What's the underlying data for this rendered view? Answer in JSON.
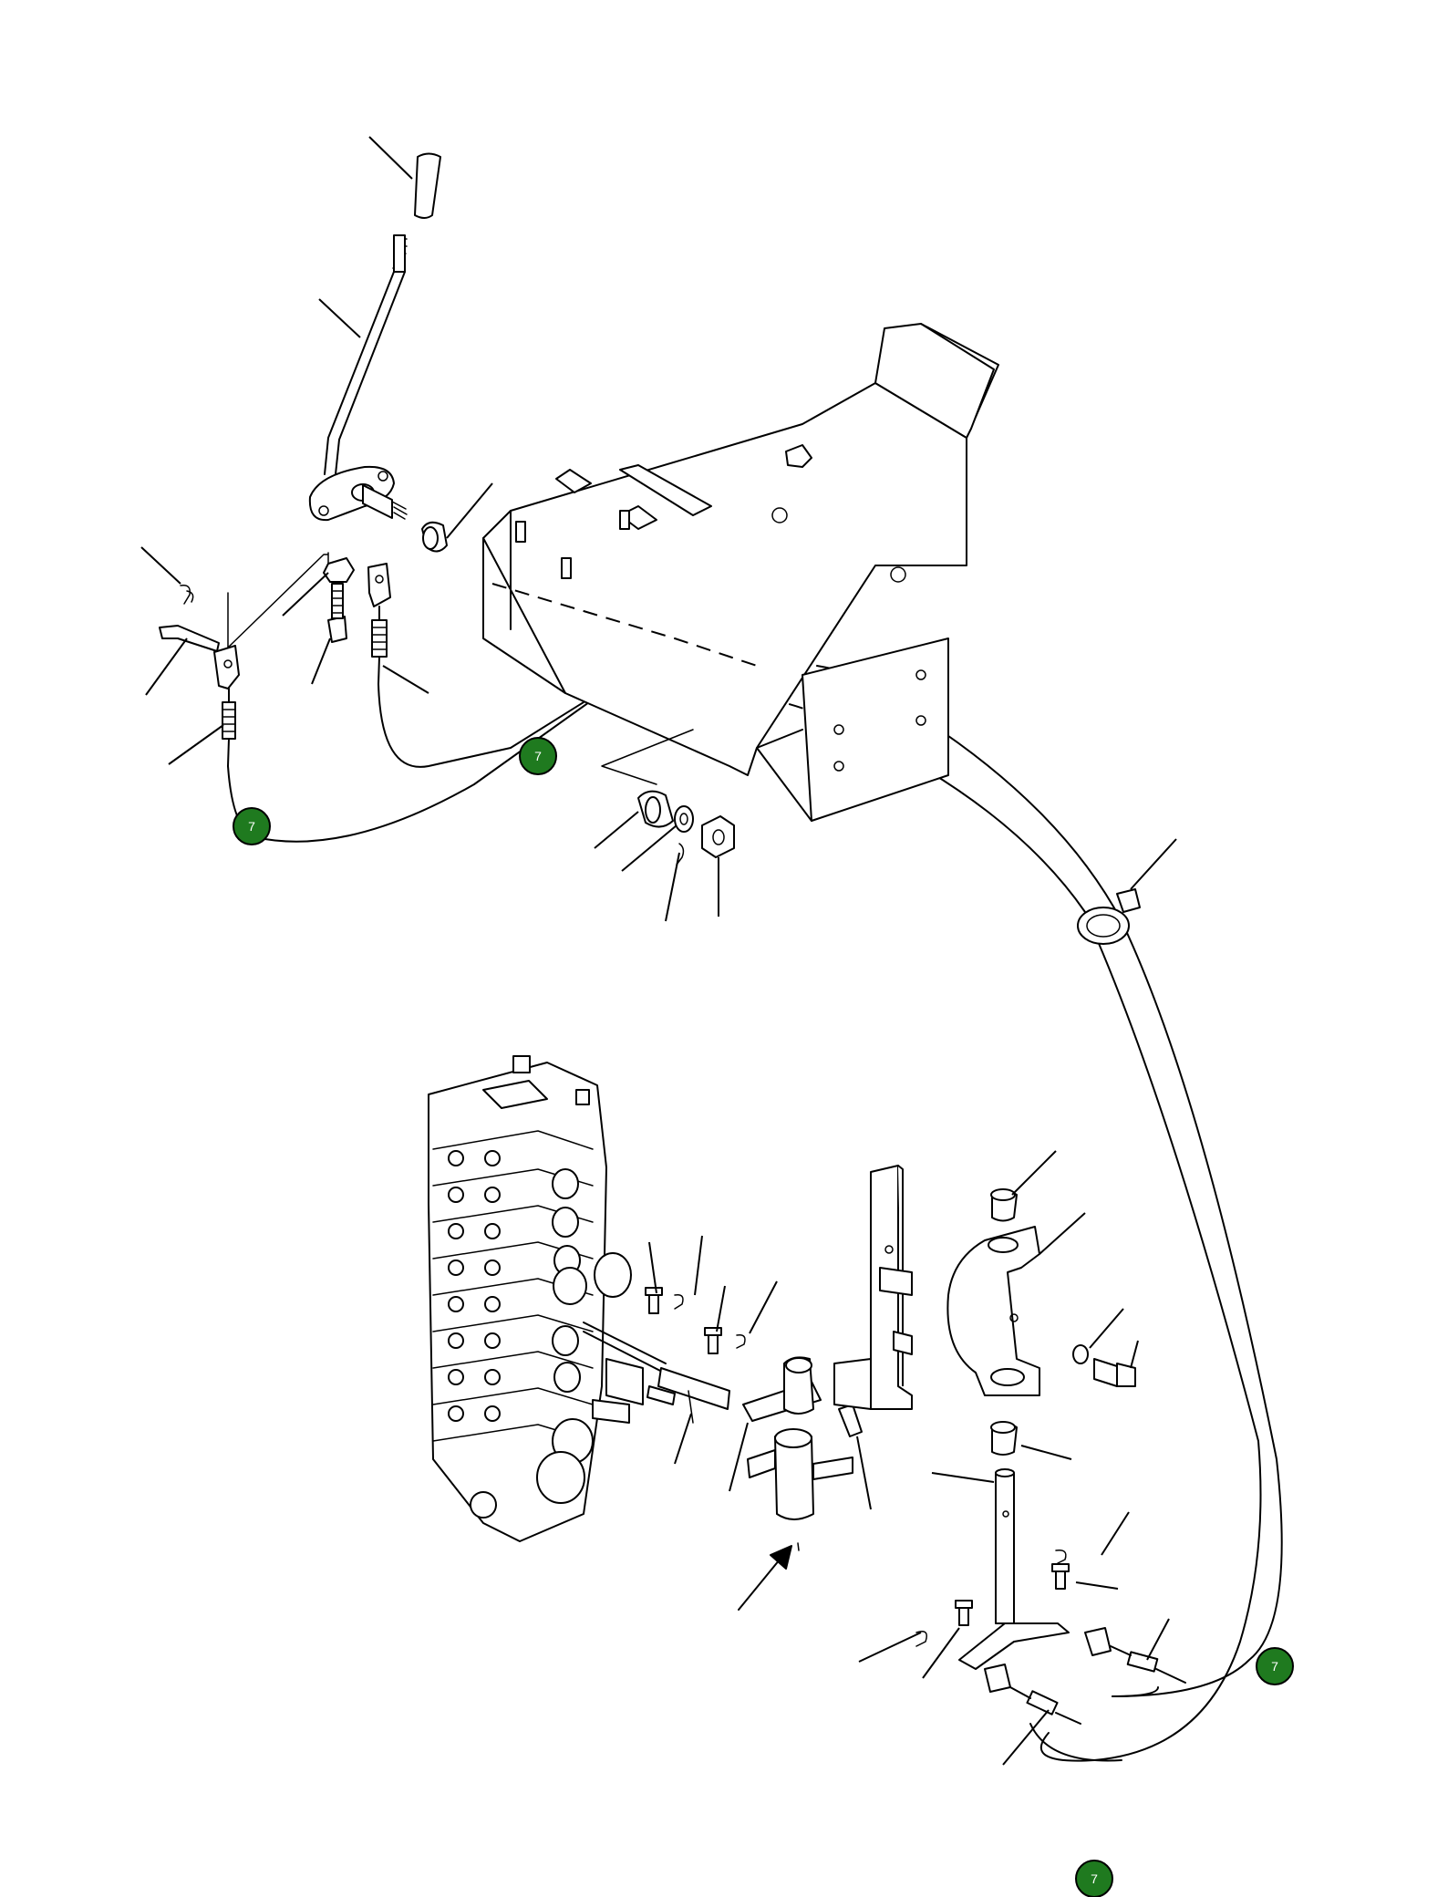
{
  "badges": [
    {
      "id": "badge-upper-center",
      "label": "7"
    },
    {
      "id": "badge-upper-left",
      "label": "7"
    },
    {
      "id": "badge-lower-right",
      "label": "7"
    },
    {
      "id": "badge-bottom",
      "label": "7"
    }
  ],
  "colors": {
    "badge_fill": "#1f7a1f",
    "line": "#000000",
    "background": "#ffffff"
  }
}
